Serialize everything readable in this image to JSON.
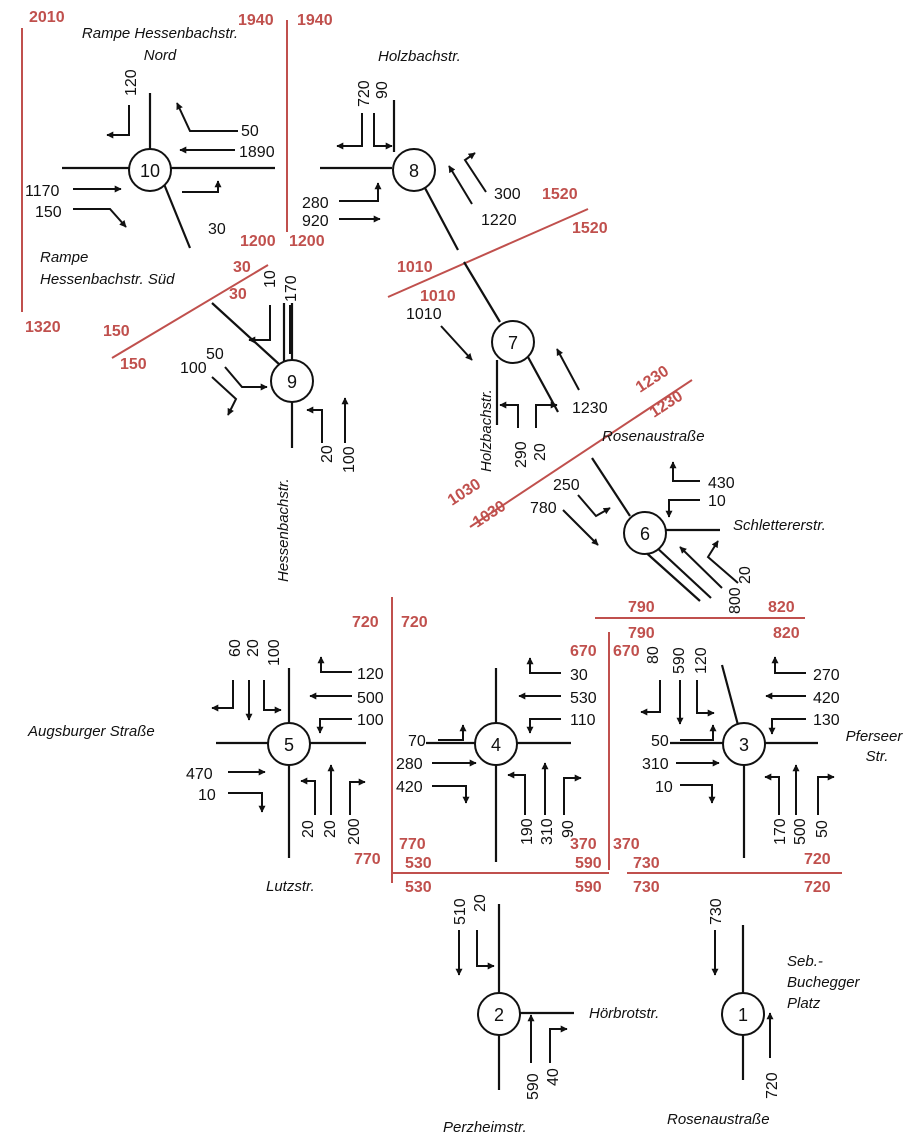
{
  "colors": {
    "line": "#111111",
    "section": "#c0504d",
    "background": "#ffffff"
  },
  "streets": {
    "rampe_nord": "Rampe Hessenbachstr.",
    "nord": "Nord",
    "holzbachstr_top": "Holzbachstr.",
    "rampe_sued_1": "Rampe",
    "rampe_sued_2": "Hessenbachstr. Süd",
    "holzbachstr_side": "Holzbachstr.",
    "rosenaustrasse_top": "Rosenaustraße",
    "schlettererstr": "Schlettererstr.",
    "hessenbachstr": "Hessenbachstr.",
    "augsburger": "Augsburger Straße",
    "pferseer_1": "Pferseer",
    "pferseer_2": "Str.",
    "lutzstr": "Lutzstr.",
    "seb_1": "Seb.-",
    "seb_2": "Buchegger",
    "seb_3": "Platz",
    "hoerbrotstr": "Hörbrotstr.",
    "perzheimstr": "Perzheimstr.",
    "rosenaustrasse_bottom": "Rosenaustraße"
  },
  "nodes": {
    "n1": "1",
    "n2": "2",
    "n3": "3",
    "n4": "4",
    "n5": "5",
    "n6": "6",
    "n7": "7",
    "n8": "8",
    "n9": "9",
    "n10": "10"
  },
  "flows": {
    "j10": {
      "s_left": "120",
      "w_left": "50",
      "w_straight": "1890",
      "e_straight": "1170",
      "e_right": "150",
      "w_right": "30"
    },
    "j8": {
      "s_right": "720",
      "s_left": "90",
      "n_straight": "300",
      "n_right": "1220",
      "e_left": "280",
      "e_straight": "920"
    },
    "j9": {
      "s_right": "10",
      "s_straight": "170",
      "e_left": "50",
      "e_right": "100",
      "n_left": "20",
      "n_straight": "100"
    },
    "j7": {
      "in_nw": "1010",
      "s_left": "290",
      "s_right": "20",
      "out_se": "1230"
    },
    "j6": {
      "w_left": "250",
      "w_right": "780",
      "n_right": "430",
      "n_left": "10",
      "se_a": "800",
      "se_b": "20"
    },
    "j5": {
      "s_right": "60",
      "s_straight": "20",
      "s_left": "100",
      "w_right": "120",
      "w_straight": "500",
      "w_left": "100",
      "e_straight": "470",
      "e_right": "10",
      "n_left": "20",
      "n_straight": "20",
      "n_right": "200"
    },
    "j4": {
      "w_right": "30",
      "w_straight": "530",
      "w_left": "110",
      "e_left": "70",
      "e_straight": "280",
      "e_right": "420",
      "n_left": "190",
      "n_straight": "310",
      "n_right": "90"
    },
    "j3": {
      "s_right": "80",
      "s_straight": "590",
      "s_left": "120",
      "w_right": "270",
      "w_straight": "420",
      "w_left": "130",
      "e_left": "50",
      "e_straight": "310",
      "e_right": "10",
      "n_left": "170",
      "n_straight": "500",
      "n_right": "50"
    },
    "j2": {
      "s_straight": "510",
      "s_left": "20",
      "n_straight": "590",
      "n_right": "40"
    },
    "j1": {
      "s_straight": "730",
      "n_straight": "720"
    }
  },
  "sections": {
    "t2010": "2010",
    "t1940a": "1940",
    "t1940b": "1940",
    "t1320": "1320",
    "t1200a": "1200",
    "t1200b": "1200",
    "t30a": "30",
    "t30b": "30",
    "t150a": "150",
    "t150b": "150",
    "t1520a": "1520",
    "t1520b": "1520",
    "t1010a": "1010",
    "t1010b": "1010",
    "t1230a": "1230",
    "t1230b": "1230",
    "t1030a": "1030",
    "t1030b": "1030",
    "t720a": "720",
    "t720b": "720",
    "t790a": "790",
    "t790b": "790",
    "t820a": "820",
    "t820b": "820",
    "t670a": "670",
    "t670b": "670",
    "t770a": "770",
    "t770b": "770",
    "t530a": "530",
    "t530b": "530",
    "t590a": "590",
    "t590b": "590",
    "t370a": "370",
    "t370b": "370",
    "t730a": "730",
    "t730b": "730",
    "t720c": "720",
    "t720d": "720"
  }
}
